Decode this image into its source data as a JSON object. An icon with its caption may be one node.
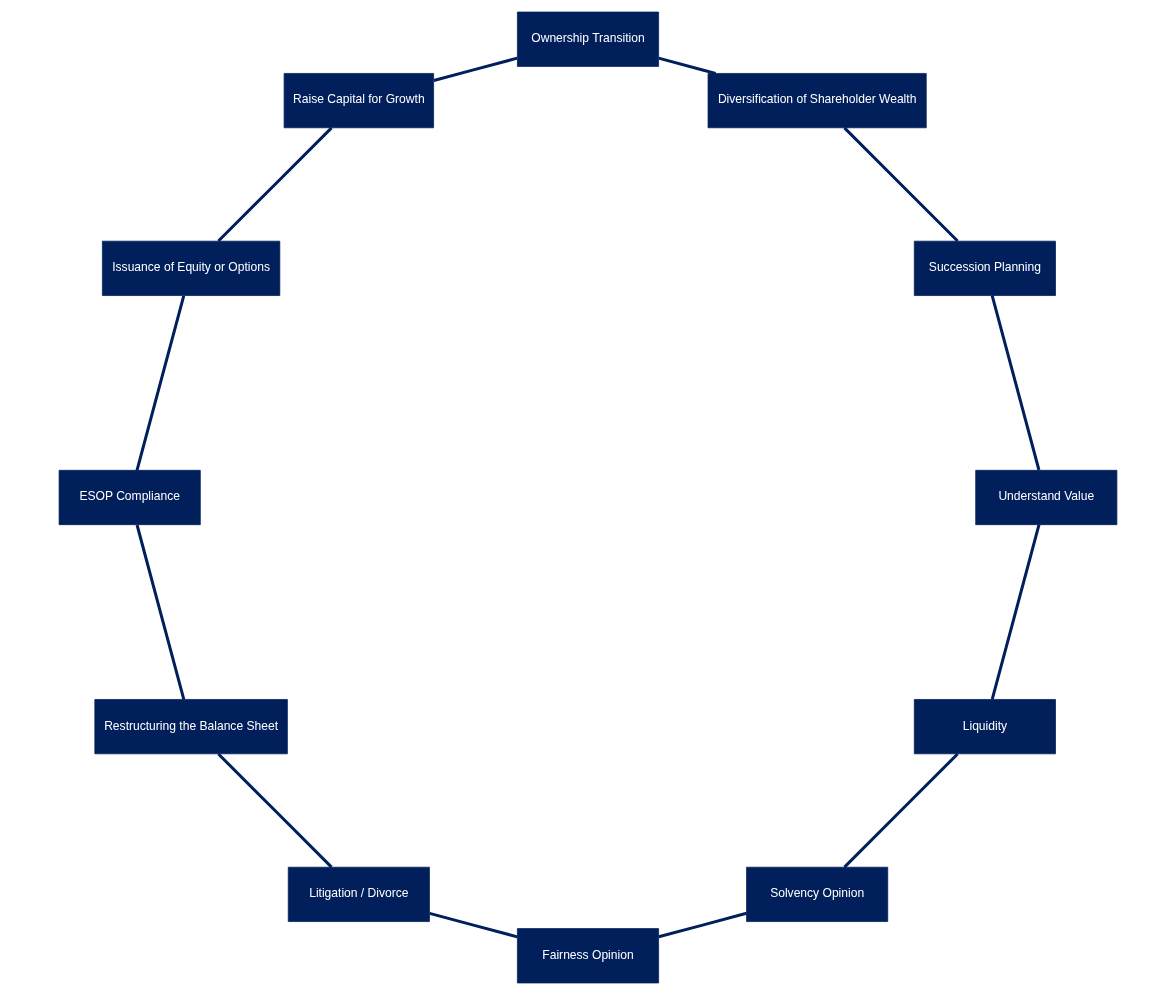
{
  "diagram": {
    "nodes": [
      {
        "text": [
          "Liquidity"
        ]
      },
      {
        "text": [
          "Solvency Opinion"
        ]
      },
      {
        "text": [
          "Fairness Opinion"
        ]
      },
      {
        "text": [
          "Litigation / Divorce"
        ]
      },
      {
        "text": [
          "Restructuring the Balance Sheet"
        ]
      },
      {
        "text": [
          "ESOP Compliance"
        ]
      },
      {
        "text": [
          "Issuance of Equity or Options"
        ]
      },
      {
        "text": [
          "Raise Capital for Growth"
        ]
      },
      {
        "text": [
          "Ownership Transition"
        ]
      },
      {
        "text": [
          "Diversification of Shareholder Wealth"
        ]
      },
      {
        "text": [
          "Succession Planning"
        ]
      },
      {
        "text": [
          "Understand Value"
        ]
      }
    ],
    "edges": [
      {
        "from": 0,
        "to": 1,
        "arrow": "none"
      },
      {
        "from": 1,
        "to": 2,
        "arrow": "none"
      },
      {
        "from": 2,
        "to": 3,
        "arrow": "none"
      },
      {
        "from": 3,
        "to": 4,
        "arrow": "none"
      },
      {
        "from": 4,
        "to": 5,
        "arrow": "none"
      },
      {
        "from": 5,
        "to": 6,
        "arrow": "none"
      },
      {
        "from": 6,
        "to": 7,
        "arrow": "none"
      },
      {
        "from": 7,
        "to": 8,
        "arrow": "none"
      },
      {
        "from": 8,
        "to": 9,
        "arrow": "none"
      },
      {
        "from": 9,
        "to": 10,
        "arrow": "none"
      },
      {
        "from": 10,
        "to": 11,
        "arrow": "none"
      },
      {
        "from": 11,
        "to": 0,
        "arrow": "none"
      }
    ]
  }
}
